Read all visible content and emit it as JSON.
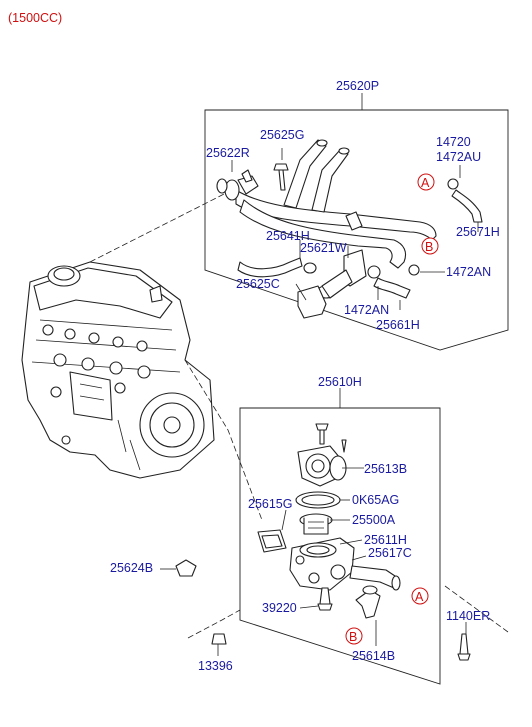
{
  "variant": "(1500CC)",
  "labels": {
    "l25620P": "25620P",
    "l25622R": "25622R",
    "l25625G": "25625G",
    "l14720": "14720",
    "l1472AU": "1472AU",
    "l25671H": "25671H",
    "l25641H": "25641H",
    "l25621W": "25621W",
    "l1472AN_a": "1472AN",
    "l25625C": "25625C",
    "l1472AN_b": "1472AN",
    "l25661H": "25661H",
    "l25610H": "25610H",
    "l25613B": "25613B",
    "l25615G": "25615G",
    "l0K65AG": "0K65AG",
    "l25500A": "25500A",
    "l25611H": "25611H",
    "l25617C": "25617C",
    "l25624B": "25624B",
    "l39220": "39220",
    "l1140ER": "1140ER",
    "l25614B": "25614B",
    "l13396": "13396"
  },
  "callouts": {
    "a_upper": "A",
    "b_upper": "B",
    "a_lower": "A",
    "b_lower": "B"
  },
  "colors": {
    "label": "#1a1aa0",
    "callout": "#d01010",
    "line": "#222222"
  }
}
